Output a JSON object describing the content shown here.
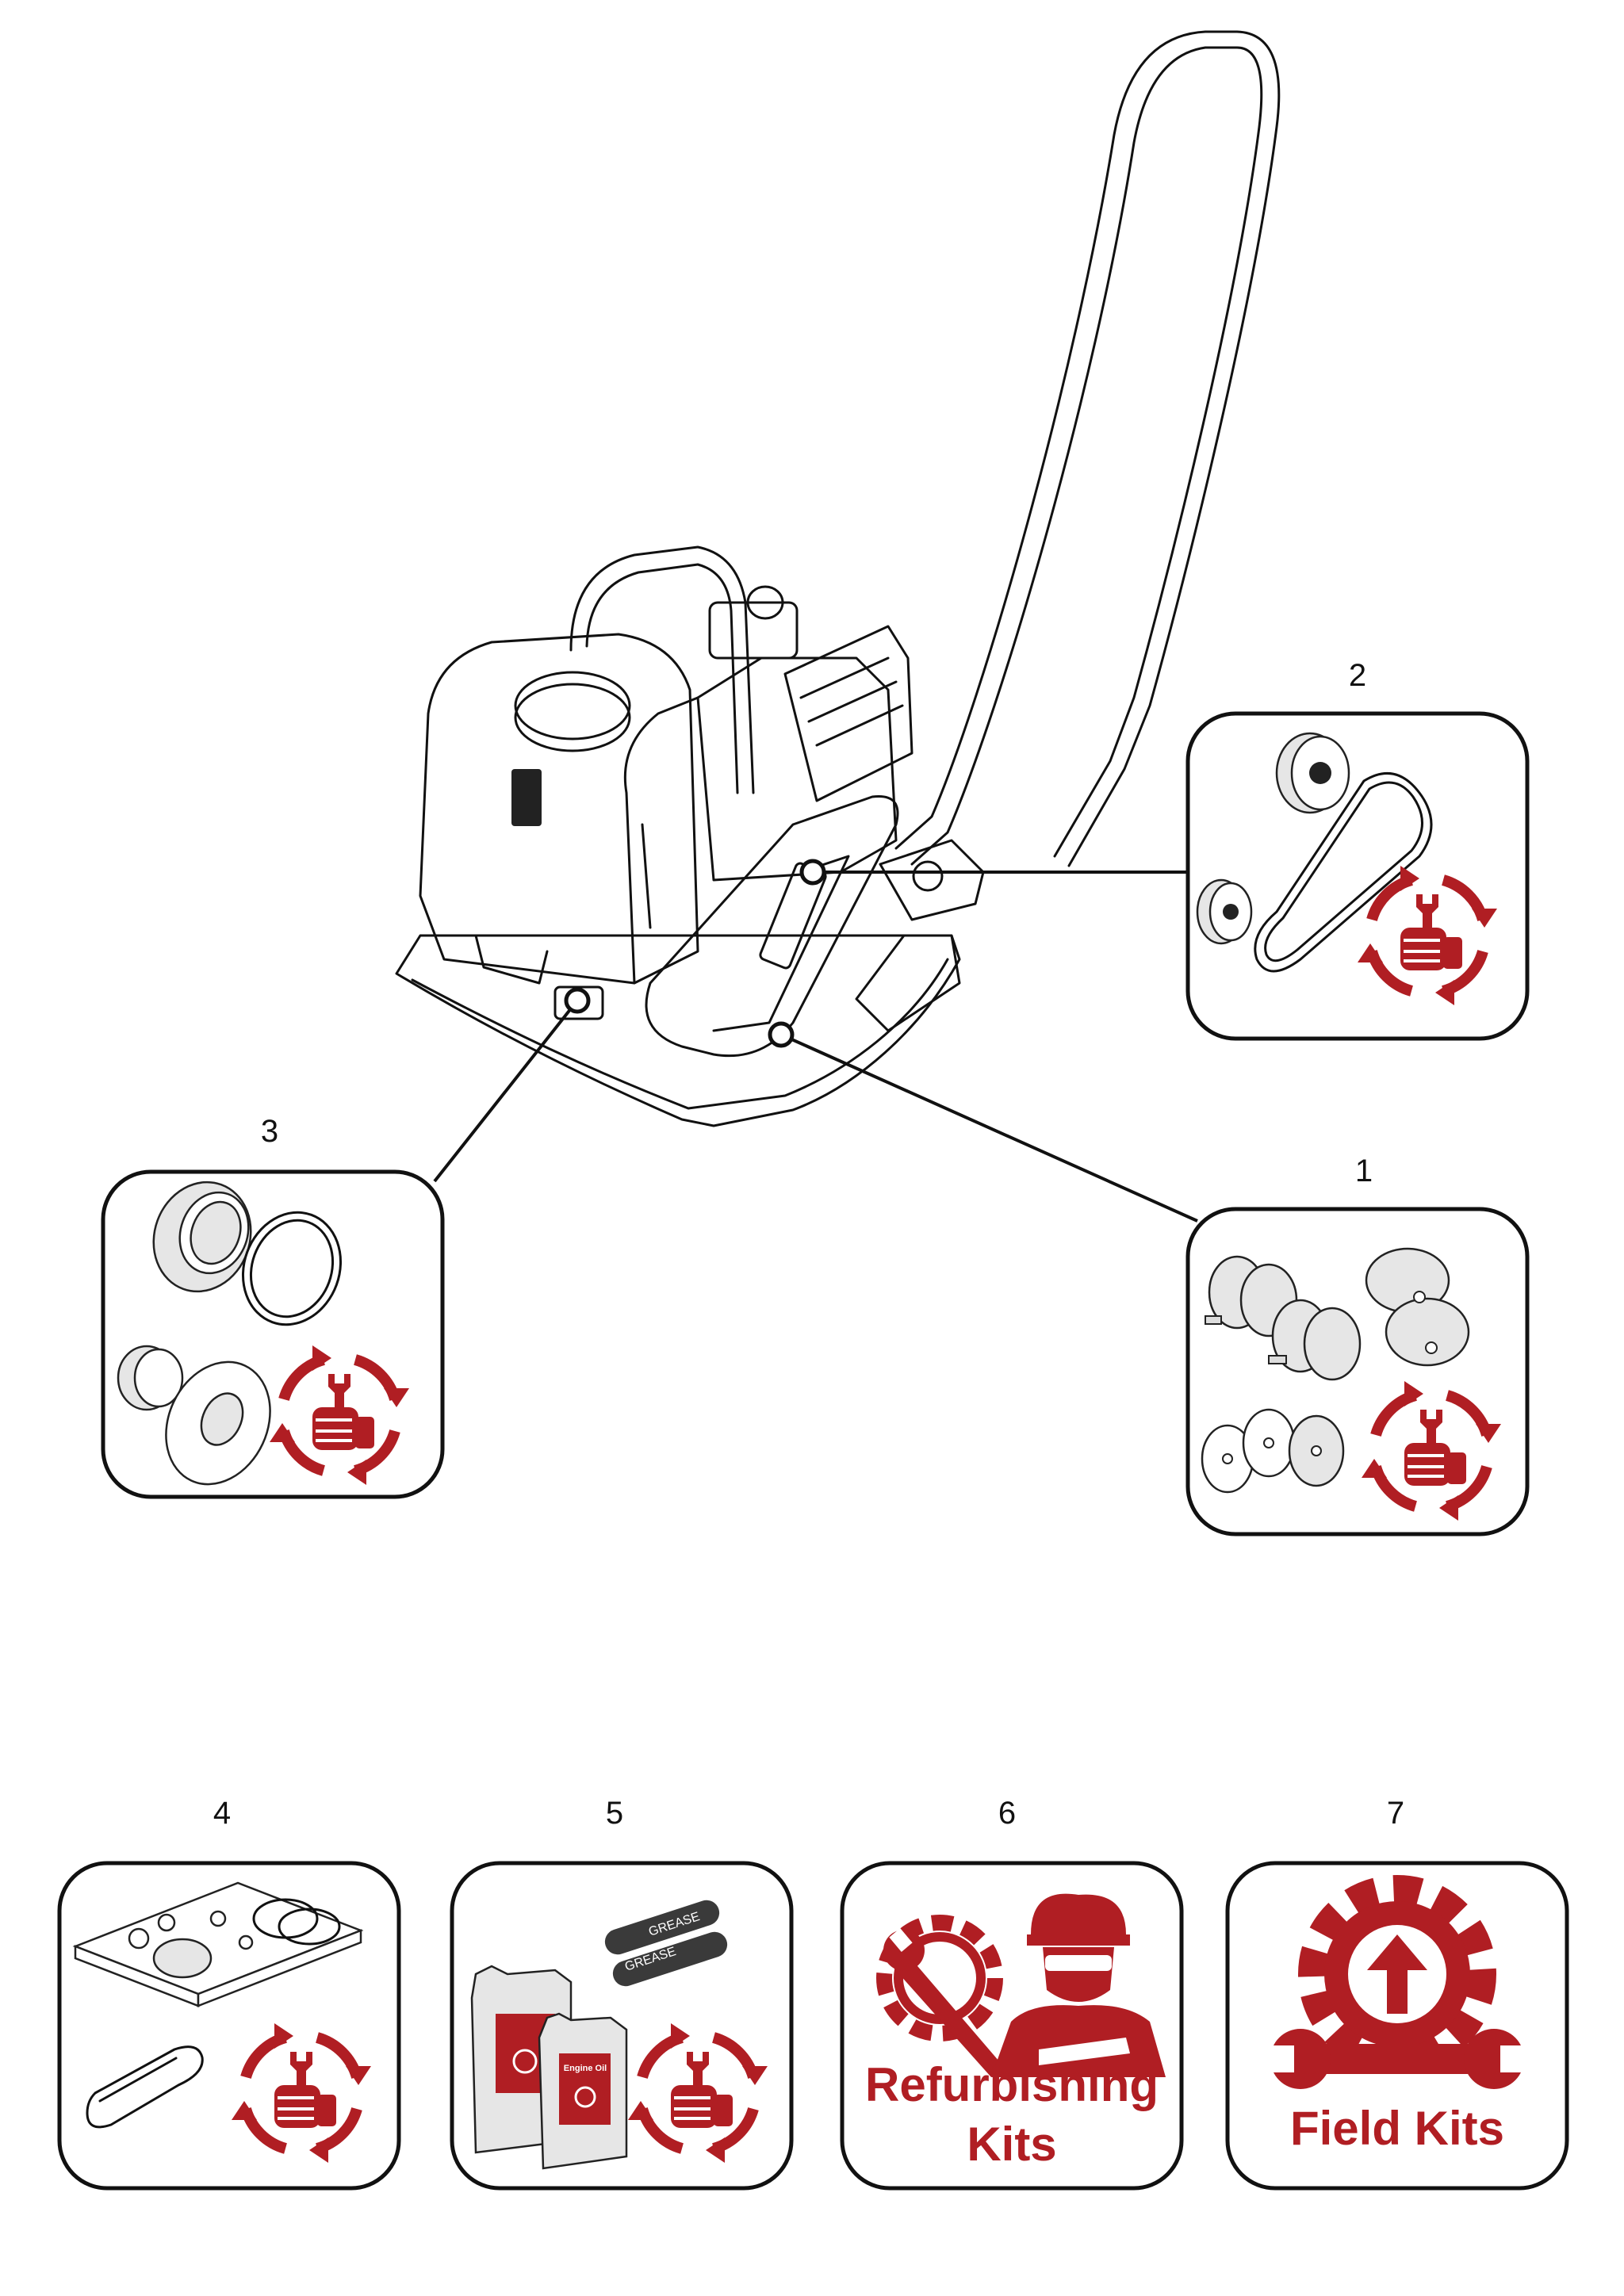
{
  "colors": {
    "accent": "#b01e23",
    "outline": "#111111",
    "background": "#ffffff"
  },
  "callouts": [
    "1",
    "2",
    "3",
    "4",
    "5",
    "6",
    "7"
  ],
  "kits": {
    "kit1": {
      "number": "1",
      "icon": "rubber-mounts-kit-icon"
    },
    "kit2": {
      "number": "2",
      "icon": "belt-pulley-kit-icon"
    },
    "kit3": {
      "number": "3",
      "icon": "bearing-kit-icon"
    },
    "kit4": {
      "number": "4",
      "icon": "service-kit-icon"
    },
    "kit5": {
      "number": "5",
      "icon": "oil-grease-kit-icon"
    },
    "kit6": {
      "number": "6",
      "icon": "refurbishing-icon",
      "label_line1": "Refurbishing",
      "label_line2": "Kits"
    },
    "kit7": {
      "number": "7",
      "icon": "field-kit-gear-icon",
      "label": "Field Kits"
    }
  },
  "product_labels": {
    "grease": "GREASE",
    "oil": "Engine Oil"
  }
}
